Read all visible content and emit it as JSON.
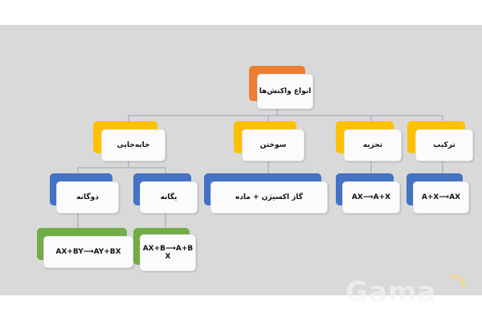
{
  "diagram": {
    "root": {
      "label": "انواع واکنش‌ها"
    },
    "level1": [
      {
        "key": "displacement",
        "label": "جابه‌جایی"
      },
      {
        "key": "combustion",
        "label": "سوختن"
      },
      {
        "key": "decomposition",
        "label": "تجزیه"
      },
      {
        "key": "synthesis",
        "label": "ترکیب"
      }
    ],
    "level2": {
      "double": {
        "label": "دوگانه"
      },
      "single": {
        "label": "یگانه"
      },
      "combustion_desc": {
        "label": "گاز اکسیژن + ماده"
      },
      "decomposition_eq": {
        "label": "AX⟶A+X"
      },
      "synthesis_eq": {
        "label": "A+X⟶AX"
      }
    },
    "level3": {
      "double_eq": {
        "label": "AX+BY⟶AY+BX"
      },
      "single_eq": {
        "label": "AX+B⟶A+B X"
      }
    }
  },
  "colors": {
    "root": "#ed7d31",
    "level1": "#ffc000",
    "level2": "#4472c4",
    "level3": "#70ad47",
    "background": "#d9d9d9"
  },
  "watermark": {
    "text": "Gama"
  }
}
